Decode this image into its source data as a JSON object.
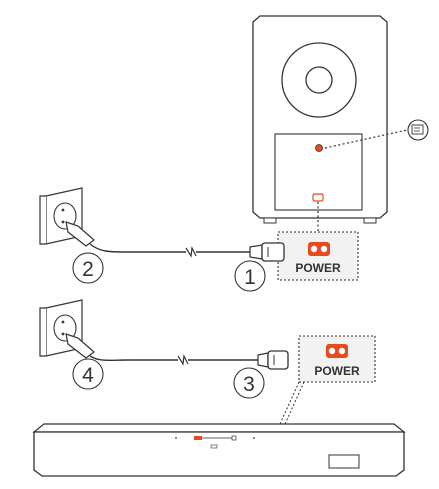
{
  "labels": {
    "power_top": "POWER",
    "power_bottom": "POWER",
    "step_1": "1",
    "step_2": "2",
    "step_3": "3",
    "step_4": "4"
  },
  "colors": {
    "line": "#333333",
    "accent": "#e8491e",
    "box_fill": "#f2f2f2"
  },
  "icons": {
    "subwoofer": "subwoofer-icon",
    "soundbar": "soundbar-icon",
    "wall_outlet": "wall-outlet-icon",
    "power_plug": "power-plug-icon",
    "iec_connector": "iec-connector-icon",
    "pairing": "pairing-button-icon"
  }
}
